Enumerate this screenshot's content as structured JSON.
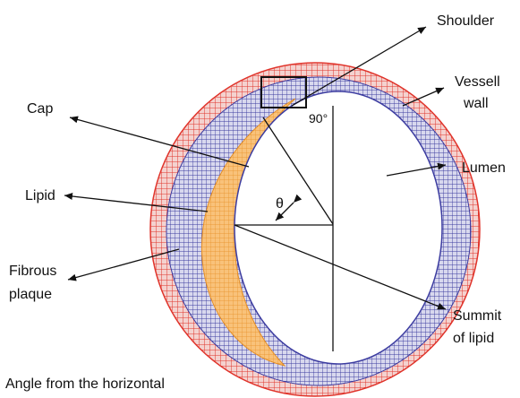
{
  "colors": {
    "vessel_wall": "#e0342b",
    "fibrous_plaque": "#3c3ca0",
    "lipid": "#f0a040",
    "lumen": "#ffffff",
    "annotation": "#111111"
  },
  "labels": {
    "shoulder": "Shoulder",
    "vessel_line1": "Vessell",
    "vessel_line2": "wall",
    "lumen": "Lumen",
    "cap": "Cap",
    "lipid": "Lipid",
    "fibrous_line1": "Fibrous",
    "fibrous_line2": "plaque",
    "summit_line1": "Summit",
    "summit_line2": "of lipid",
    "angle_caption": "Angle from the horizontal",
    "angle_90": "90°",
    "theta": "θ"
  }
}
